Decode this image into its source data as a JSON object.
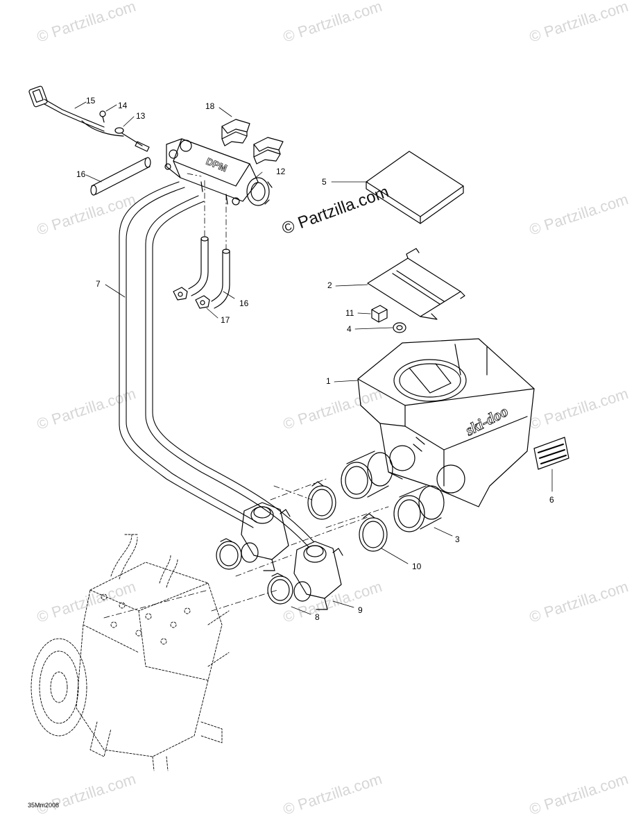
{
  "watermark": {
    "text": "© Partzilla.com",
    "color": "#d6d6d6"
  },
  "center_watermark": "© Partzilla.com",
  "callouts": {
    "c1": "1",
    "c2": "2",
    "c3": "3",
    "c4": "4",
    "c5": "5",
    "c6": "6",
    "c7": "7",
    "c8": "8",
    "c9": "9",
    "c10": "10",
    "c11": "11",
    "c12": "12",
    "c13": "13",
    "c14": "14",
    "c15": "15",
    "c16a": "16",
    "c16b": "16",
    "c17": "17",
    "c18": "18"
  },
  "brand_logo": "ski-doo",
  "rail_logo": "DPM",
  "doc_code": "35Mm2008"
}
